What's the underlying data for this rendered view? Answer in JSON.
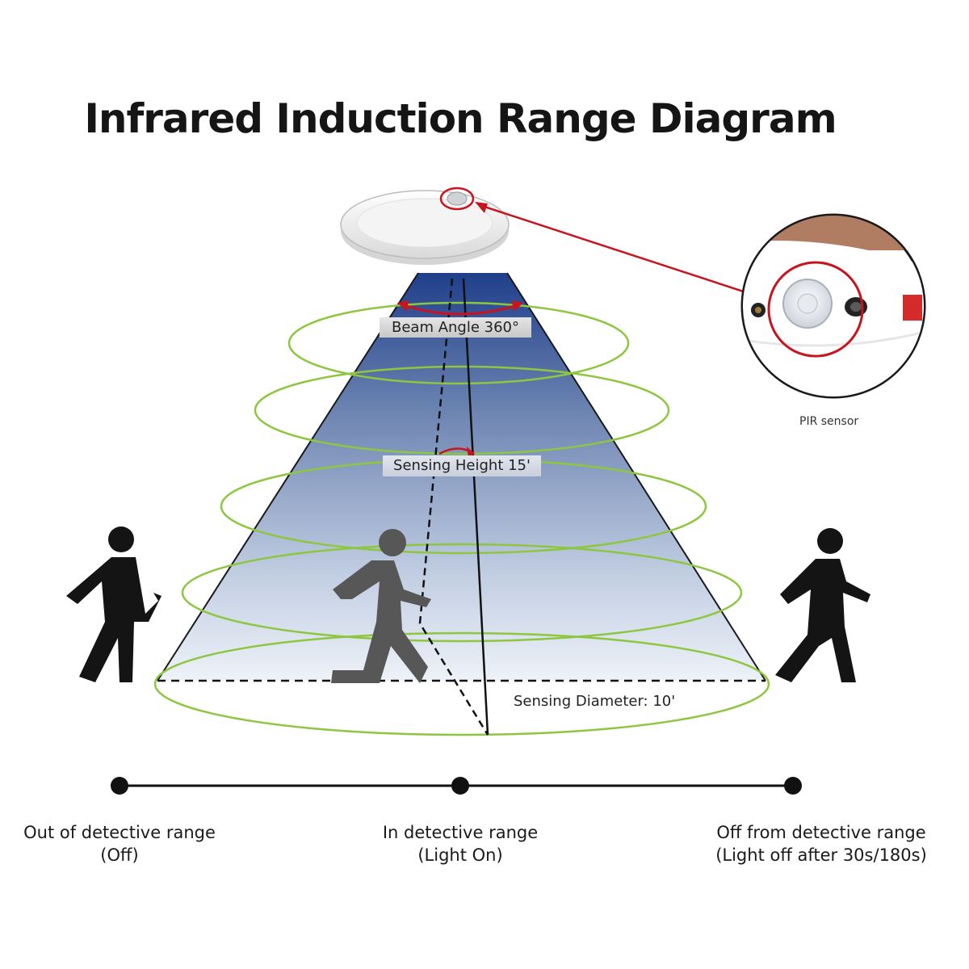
{
  "title": "Infrared Induction Range Diagram",
  "labels": {
    "beam_angle": "Beam Angle 360°",
    "sensing_height": "Sensing Height 15'",
    "sensing_diameter": "Sensing Diameter: 10'",
    "pir_sensor": "PIR sensor"
  },
  "timeline": [
    {
      "line1": "Out of detective range",
      "line2": "(Off)"
    },
    {
      "line1": "In detective range",
      "line2": "(Light On)"
    },
    {
      "line1": "Off from detective range",
      "line2": "(Light off after 30s/180s)"
    }
  ],
  "colors": {
    "ring_green": "#8dc63f",
    "cone_top": "#1f3f8a",
    "cone_bottom": "#e4ebf5",
    "callout_red": "#c8141e",
    "figure_outside": "#141414",
    "figure_inside": "#555555"
  }
}
